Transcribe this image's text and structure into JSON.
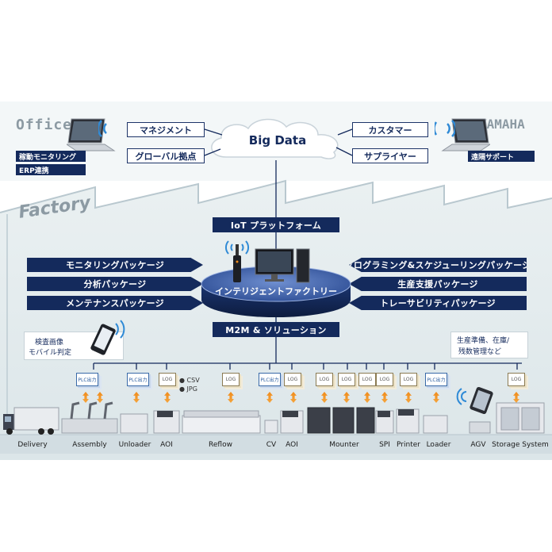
{
  "top": {
    "office_label": "Office",
    "yamaha_label": "YAMAHA",
    "office_items": [
      "稼動モニタリング",
      "ERP連携"
    ],
    "yamaha_items": [
      "遠隔サポート"
    ],
    "big_data": "Big Data",
    "left_boxes": [
      "マネジメント",
      "グローバル拠点"
    ],
    "right_boxes": [
      "カスタマー",
      "サプライヤー"
    ]
  },
  "factory": {
    "label": "Factory",
    "iot_platform": "IoT プラットフォーム",
    "center": "インテリジェントファクトリー",
    "m2m": "M2M & ソリューション",
    "left_packages": [
      "モニタリングパッケージ",
      "分析パッケージ",
      "メンテナンスパッケージ"
    ],
    "right_packages": [
      "プログラミング&スケジューリングパッケージ",
      "生産支援パッケージ",
      "トレーサビリティパッケージ"
    ],
    "mobile_note": [
      "検査画像",
      "モバイル判定"
    ],
    "prep_note": [
      "生産準備、在庫/",
      "残数管理など"
    ],
    "csv_label": "CSV",
    "jpg_label": "JPG",
    "plc_label": "PLC出力",
    "log_label": "LOG"
  },
  "line": {
    "stations": [
      "Delivery",
      "Assembly",
      "Unloader",
      "AOI",
      "Reflow",
      "CV",
      "AOI",
      "Mounter",
      "SPI",
      "Printer",
      "Loader",
      "AGV",
      "Storage System"
    ]
  },
  "colors": {
    "navy": "#142a5c",
    "accent_orange": "#f08b1b",
    "wifi_blue": "#2f8ad6"
  }
}
